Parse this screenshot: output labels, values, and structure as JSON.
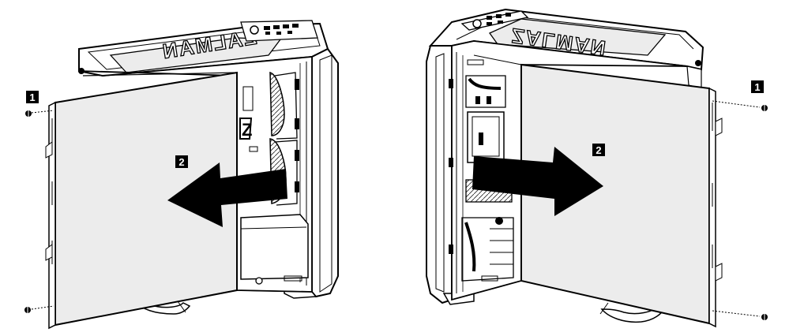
{
  "brand": "ZALMAN",
  "left_figure": {
    "screw_step_label": "1",
    "remove_step_label": "2"
  },
  "right_figure": {
    "screw_step_label": "1",
    "remove_step_label": "2"
  }
}
